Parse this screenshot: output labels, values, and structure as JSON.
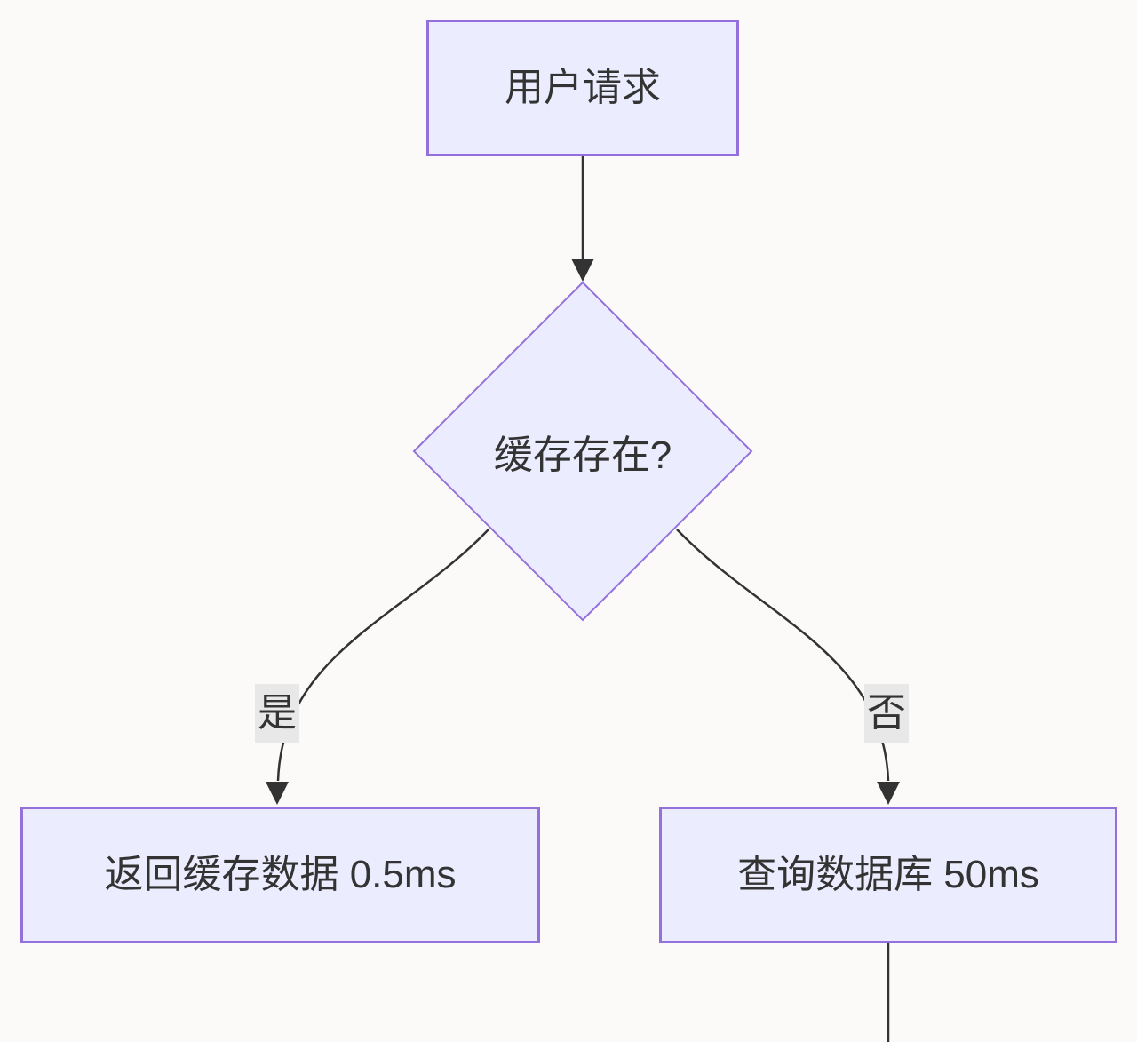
{
  "diagram": {
    "type": "flowchart",
    "direction": "top-down",
    "nodes": {
      "start": {
        "label": "用户请求",
        "shape": "rectangle"
      },
      "decision": {
        "label": "缓存存在?",
        "shape": "diamond"
      },
      "cache_hit": {
        "label": "返回缓存数据 0.5ms",
        "shape": "rectangle"
      },
      "db_query": {
        "label": "查询数据库 50ms",
        "shape": "rectangle"
      }
    },
    "edges": [
      {
        "from": "start",
        "to": "decision",
        "label": ""
      },
      {
        "from": "decision",
        "to": "cache_hit",
        "label": "是"
      },
      {
        "from": "decision",
        "to": "db_query",
        "label": "否"
      },
      {
        "from": "db_query",
        "to": "offscreen-below",
        "label": ""
      }
    ],
    "colors": {
      "background": "#fbfaf8",
      "node_fill": "#ECECFF",
      "node_border": "#9370DB",
      "edge_line": "#333333",
      "edge_label_bg": "#e8e8e8",
      "text": "#333333"
    }
  }
}
